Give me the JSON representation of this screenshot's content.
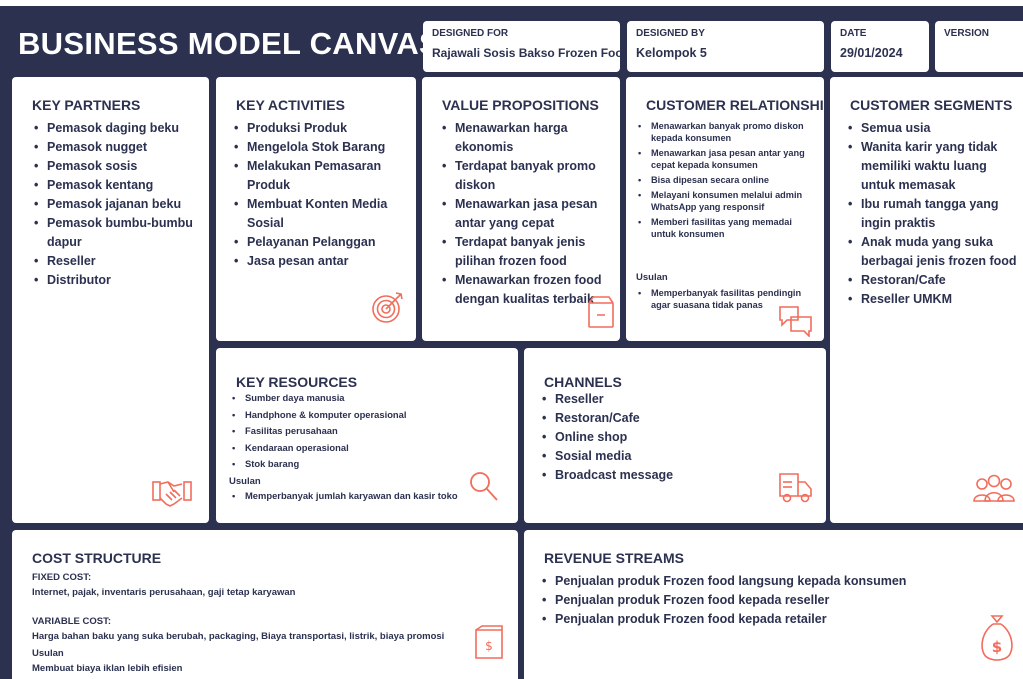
{
  "header": {
    "title": "BUSINESS MODEL CANVAS",
    "designed_for": {
      "label": "DESIGNED FOR",
      "value": "Rajawali Sosis Bakso Frozen Food"
    },
    "designed_by": {
      "label": "DESIGNED BY",
      "value": "Kelompok 5"
    },
    "date": {
      "label": "DATE",
      "value": "29/01/2024"
    },
    "version": {
      "label": "VERSION",
      "value": ""
    }
  },
  "key_partners": {
    "title": "KEY PARTNERS",
    "items": [
      "Pemasok daging beku",
      "Pemasok nugget",
      "Pemasok sosis",
      "Pemasok kentang",
      "Pemasok jajanan beku",
      "Pemasok bumbu-bumbu dapur",
      "Reseller",
      "Distributor"
    ]
  },
  "key_activities": {
    "title": "KEY ACTIVITIES",
    "items": [
      "Produksi Produk",
      "Mengelola Stok Barang",
      "Melakukan Pemasaran Produk",
      "Membuat Konten Media Sosial",
      "Pelayanan Pelanggan",
      "Jasa pesan antar"
    ],
    "icon": "target-icon"
  },
  "value_propositions": {
    "title": "VALUE PROPOSITIONS",
    "items": [
      "Menawarkan harga ekonomis",
      "Terdapat banyak promo diskon",
      "Menawarkan jasa pesan antar yang cepat",
      "Terdapat banyak jenis pilihan frozen food",
      "Menawarkan frozen food dengan kualitas terbaik"
    ],
    "icon": "gift-box-icon"
  },
  "customer_relationships": {
    "title": "CUSTOMER RELATIONSHIPS",
    "items": [
      "Menawarkan banyak promo diskon kepada konsumen",
      "Menawarkan jasa pesan antar yang cepat kepada konsumen",
      "Bisa dipesan secara online",
      "Melayani konsumen melalui admin WhatsApp yang responsif",
      "Memberi fasilitas yang memadai untuk konsumen"
    ],
    "usulan_label": "Usulan",
    "usulan_items": [
      "Memperbanyak fasilitas pendingin agar suasana tidak panas"
    ],
    "icon": "chat-bubbles-icon"
  },
  "customer_segments": {
    "title": "CUSTOMER SEGMENTS",
    "items": [
      "Semua usia",
      "Wanita karir yang tidak memiliki waktu luang untuk memasak",
      "Ibu rumah tangga yang ingin praktis",
      "Anak muda yang suka berbagai jenis frozen food",
      "Restoran/Cafe",
      "Reseller UMKM"
    ],
    "icon": "people-group-icon"
  },
  "key_resources": {
    "title": "KEY RESOURCES",
    "items": [
      "Sumber daya manusia",
      "Handphone & komputer operasional",
      "Fasilitas perusahaan",
      "Kendaraan operasional",
      "Stok barang"
    ],
    "usulan_label": "Usulan",
    "usulan_items": [
      "Memperbanyak jumlah karyawan dan kasir toko"
    ],
    "icon": "magnifier-icon",
    "icon2": "handshake-icon"
  },
  "channels": {
    "title": "CHANNELS",
    "items": [
      "Reseller",
      "Restoran/Cafe",
      "Online shop",
      "Sosial media",
      "Broadcast message"
    ],
    "icon": "delivery-truck-icon"
  },
  "cost_structure": {
    "title": "COST STRUCTURE",
    "fixed_label": "FIXED COST:",
    "fixed_text": "Internet, pajak, inventaris perusahaan, gaji tetap karyawan",
    "variable_label": "VARIABLE COST:",
    "variable_text": "Harga bahan baku yang suka berubah, packaging, Biaya transportasi, listrik, biaya promosi",
    "usulan_label": "Usulan",
    "usulan_text": "Membuat biaya iklan lebih efisien",
    "icon": "invoice-icon"
  },
  "revenue_streams": {
    "title": "REVENUE STREAMS",
    "items": [
      "Penjualan produk Frozen food langsung kepada konsumen",
      "Penjualan produk Frozen food kepada reseller",
      "Penjualan produk Frozen food kepada retailer"
    ],
    "icon": "money-bag-icon"
  },
  "colors": {
    "navy": "#2c3150",
    "icon_accent": "#f26d5b",
    "white": "#ffffff"
  }
}
